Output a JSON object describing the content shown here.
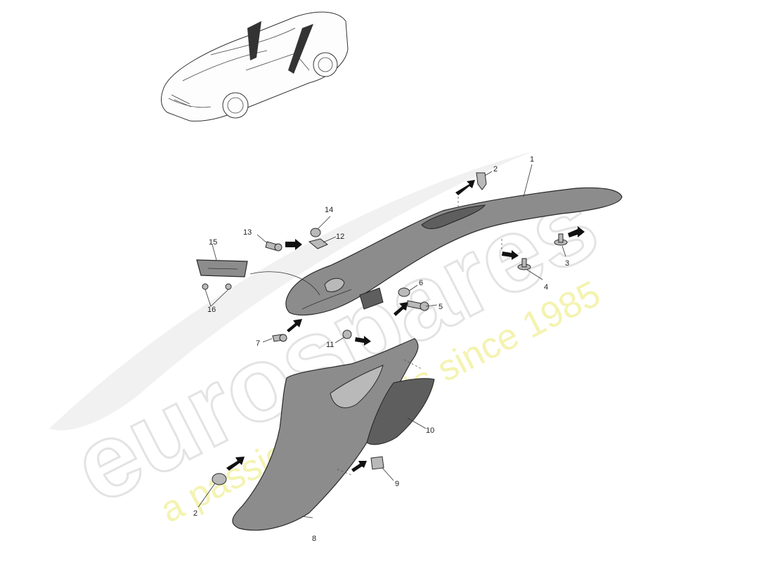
{
  "watermark": {
    "brand": "eurospares",
    "tagline": "a passion for parts since 1985",
    "brand_color": "#e6e6e6",
    "tagline_color": "#f3f1a4"
  },
  "callouts": [
    {
      "id": "c1",
      "label": "1"
    },
    {
      "id": "c2a",
      "label": "2"
    },
    {
      "id": "c3",
      "label": "3"
    },
    {
      "id": "c4",
      "label": "4"
    },
    {
      "id": "c5",
      "label": "5"
    },
    {
      "id": "c6",
      "label": "6"
    },
    {
      "id": "c7",
      "label": "7"
    },
    {
      "id": "c8",
      "label": "8"
    },
    {
      "id": "c9",
      "label": "9"
    },
    {
      "id": "c10",
      "label": "10"
    },
    {
      "id": "c11",
      "label": "11"
    },
    {
      "id": "c12",
      "label": "12"
    },
    {
      "id": "c13",
      "label": "13"
    },
    {
      "id": "c14",
      "label": "14"
    },
    {
      "id": "c15",
      "label": "15"
    },
    {
      "id": "c16",
      "label": "16"
    },
    {
      "id": "c2b",
      "label": "2"
    }
  ],
  "colors": {
    "part_fill": "#8c8c8c",
    "part_stroke": "#2a2a2a",
    "arrow": "#111111"
  }
}
